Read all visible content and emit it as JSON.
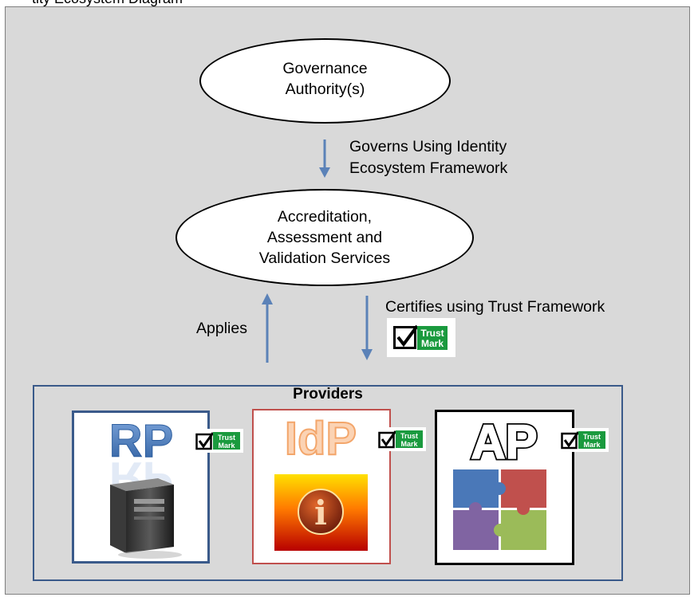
{
  "top_fragment": "tity Ecosystem Diagram",
  "nodes": {
    "governance": {
      "line1": "Governance",
      "line2": "Authority(s)"
    },
    "accreditation": {
      "line1": "Accreditation,",
      "line2": "Assessment and",
      "line3": "Validation Services"
    }
  },
  "edges": {
    "governs": {
      "line1": "Governs Using Identity",
      "line2": "Ecosystem Framework"
    },
    "certifies": "Certifies using  Trust Framework",
    "applies": "Applies"
  },
  "trustmark": {
    "line1": "Trust",
    "line2": "Mark"
  },
  "providers": {
    "title": "Providers",
    "rp": {
      "label": "RP"
    },
    "idp": {
      "label": "IdP",
      "info_glyph": "i"
    },
    "ap": {
      "label": "AP"
    }
  },
  "colors": {
    "arrow": "#5b82b8",
    "providers_border": "#3a5a8a",
    "rp_text": "#3d6fb0",
    "idp_text": "#f3a66b",
    "trustmark_green": "#1a9a3e",
    "puzzle_blue": "#4a78b8",
    "puzzle_red": "#c0504d",
    "puzzle_purple": "#8064a2",
    "puzzle_green": "#9bbb59"
  }
}
